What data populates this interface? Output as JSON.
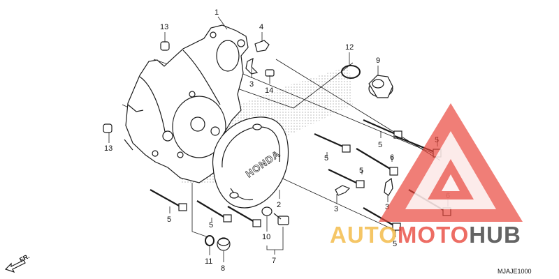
{
  "diagram": {
    "callouts": [
      {
        "label": "1"
      },
      {
        "label": "4"
      },
      {
        "label": "13"
      },
      {
        "label": "12"
      },
      {
        "label": "9"
      },
      {
        "label": "3"
      },
      {
        "label": "14"
      },
      {
        "label": "13"
      },
      {
        "label": "5"
      },
      {
        "label": "5"
      },
      {
        "label": "5"
      },
      {
        "label": "6"
      },
      {
        "label": "5"
      },
      {
        "label": "3"
      },
      {
        "label": "3"
      },
      {
        "label": "6"
      },
      {
        "label": "5"
      },
      {
        "label": "5"
      },
      {
        "label": "5"
      },
      {
        "label": "2"
      },
      {
        "label": "10"
      },
      {
        "label": "7"
      },
      {
        "label": "11"
      },
      {
        "label": "8"
      }
    ],
    "cover_brand": "HONDA",
    "direction_label": "FR.",
    "drawing_code": "MJAJE1000"
  },
  "watermark": {
    "word_part1": "AUTO",
    "word_part2": "MOTO",
    "word_part3": "HUB",
    "colors": {
      "triangle": "#e8443a",
      "part1": "#f2b63c",
      "part2": "#e8443a",
      "part3": "#3a3a3a"
    }
  }
}
